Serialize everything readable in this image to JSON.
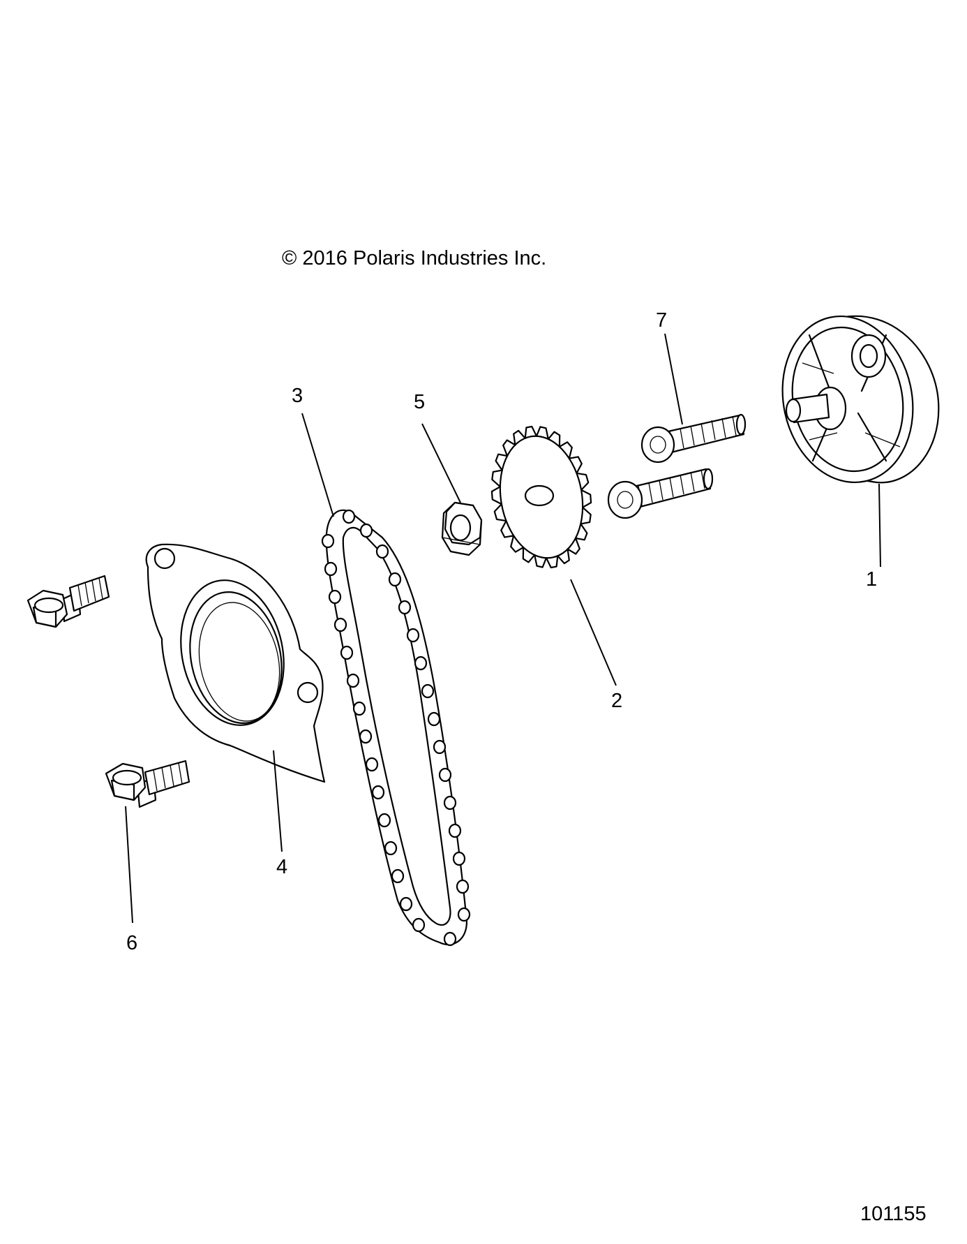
{
  "diagram": {
    "copyright": "© 2016 Polaris Industries Inc.",
    "figure_number": "101155",
    "callouts": [
      {
        "id": "1",
        "label": "1"
      },
      {
        "id": "2",
        "label": "2"
      },
      {
        "id": "3",
        "label": "3"
      },
      {
        "id": "4",
        "label": "4"
      },
      {
        "id": "5",
        "label": "5"
      },
      {
        "id": "6",
        "label": "6"
      },
      {
        "id": "7",
        "label": "7"
      }
    ],
    "parts": [
      {
        "callout": "1",
        "icon": "oil-pump-icon"
      },
      {
        "callout": "2",
        "icon": "sprocket-icon"
      },
      {
        "callout": "3",
        "icon": "chain-icon"
      },
      {
        "callout": "4",
        "icon": "gasket-plate-icon"
      },
      {
        "callout": "5",
        "icon": "flange-nut-icon"
      },
      {
        "callout": "6",
        "icon": "hex-flange-bolt-icon"
      },
      {
        "callout": "7",
        "icon": "torx-screw-icon"
      }
    ]
  }
}
